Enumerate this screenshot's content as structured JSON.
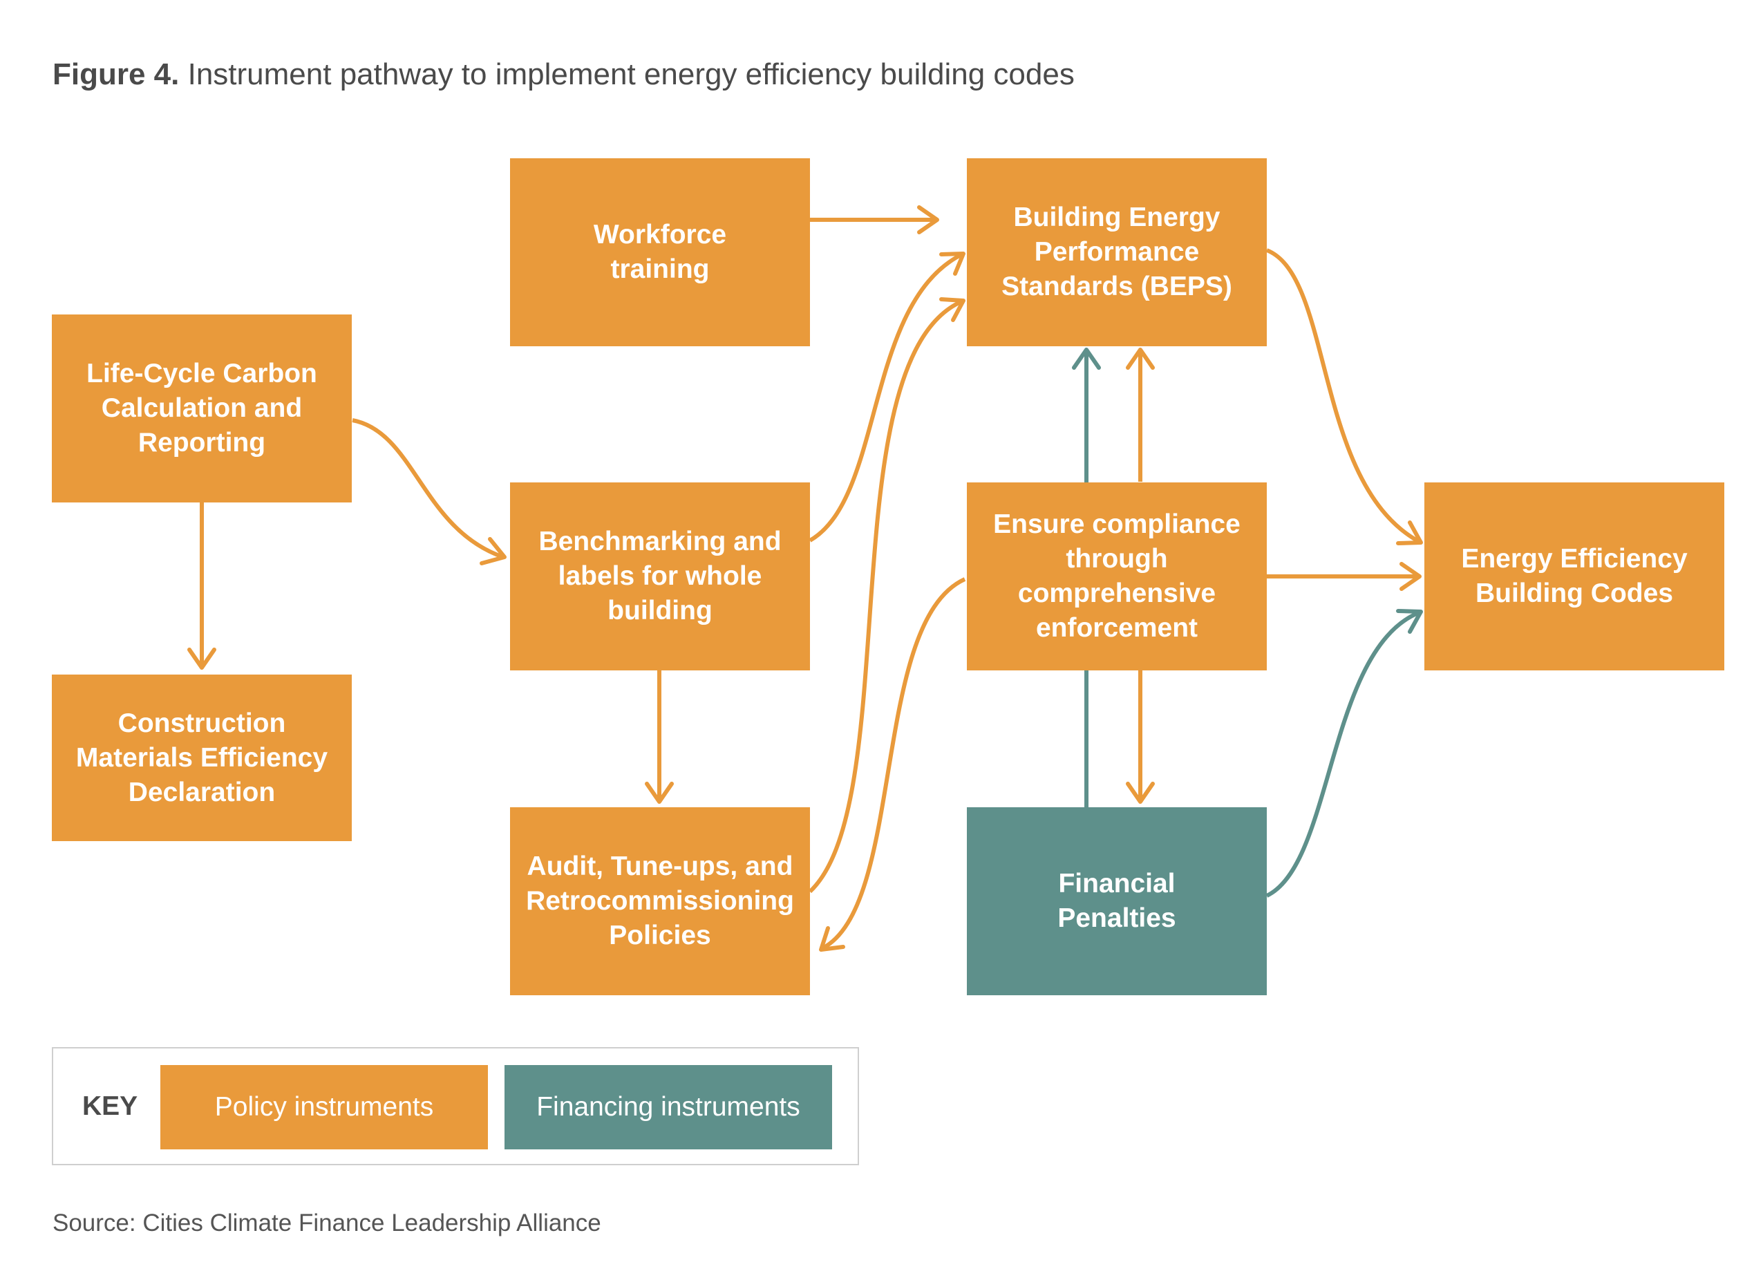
{
  "figure": {
    "label": "Figure 4.",
    "title": "Instrument pathway to implement energy efficiency building codes"
  },
  "colors": {
    "policy": "#e99a3b",
    "financing": "#5e908b"
  },
  "nodes": {
    "workforce_training": {
      "lines": [
        "Workforce",
        "training"
      ],
      "kind": "policy"
    },
    "beps": {
      "lines": [
        "Building Energy",
        "Performance",
        "Standards (BEPS)"
      ],
      "kind": "policy"
    },
    "life_cycle": {
      "lines": [
        "Life-Cycle Carbon",
        "Calculation and",
        "Reporting"
      ],
      "kind": "policy"
    },
    "benchmarking": {
      "lines": [
        "Benchmarking and",
        "labels for whole",
        "building"
      ],
      "kind": "policy"
    },
    "ensure_compliance": {
      "lines": [
        "Ensure compliance",
        "through",
        "comprehensive",
        "enforcement"
      ],
      "kind": "policy"
    },
    "energy_codes": {
      "lines": [
        "Energy Efficiency",
        "Building Codes"
      ],
      "kind": "policy"
    },
    "construction_materials": {
      "lines": [
        "Construction",
        "Materials Efficiency",
        "Declaration"
      ],
      "kind": "policy"
    },
    "audit": {
      "lines": [
        "Audit, Tune-ups, and",
        "Retrocommissioning",
        "Policies"
      ],
      "kind": "policy"
    },
    "financial_penalties": {
      "lines": [
        "Financial",
        "Penalties"
      ],
      "kind": "financing"
    }
  },
  "edges": [
    {
      "from": "workforce_training",
      "to": "beps",
      "kind": "policy"
    },
    {
      "from": "life_cycle",
      "to": "benchmarking",
      "kind": "policy"
    },
    {
      "from": "life_cycle",
      "to": "construction_materials",
      "kind": "policy"
    },
    {
      "from": "benchmarking",
      "to": "beps",
      "kind": "policy"
    },
    {
      "from": "benchmarking",
      "to": "audit",
      "kind": "policy"
    },
    {
      "from": "audit",
      "to": "beps",
      "kind": "policy"
    },
    {
      "from": "ensure_compliance",
      "to": "audit",
      "kind": "policy"
    },
    {
      "from": "ensure_compliance",
      "to": "beps",
      "kind": "policy"
    },
    {
      "from": "ensure_compliance",
      "to": "financial_penalties",
      "kind": "policy"
    },
    {
      "from": "ensure_compliance",
      "to": "energy_codes",
      "kind": "policy"
    },
    {
      "from": "financial_penalties",
      "to": "beps",
      "kind": "financing"
    },
    {
      "from": "beps",
      "to": "energy_codes",
      "kind": "policy"
    },
    {
      "from": "financial_penalties",
      "to": "energy_codes",
      "kind": "financing"
    }
  ],
  "key": {
    "label": "KEY",
    "policy_label": "Policy instruments",
    "financing_label": "Financing instruments"
  },
  "source": "Source: Cities Climate Finance Leadership Alliance"
}
